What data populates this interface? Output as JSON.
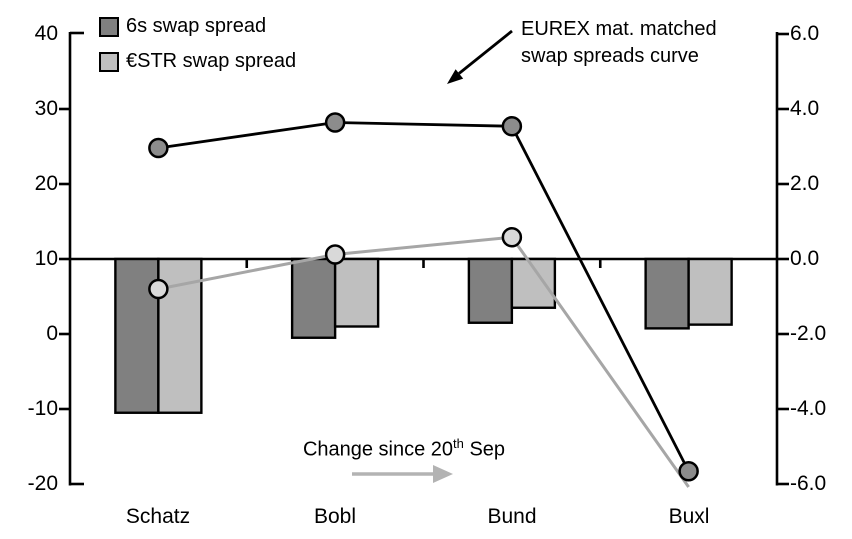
{
  "legend": {
    "items": [
      {
        "label": "6s swap spread",
        "color": "#808080"
      },
      {
        "label": "€STR swap spread",
        "color": "#bfbfbf"
      }
    ]
  },
  "annotations": {
    "curve_label_line1": "EUREX mat. matched",
    "curve_label_line2": "swap spreads curve",
    "change_prefix": "Change since 20",
    "change_sup": "th",
    "change_suffix": " Sep"
  },
  "axes": {
    "left": {
      "labels": [
        "40",
        "30",
        "20",
        "10",
        "0",
        "-10",
        "-20"
      ]
    },
    "right": {
      "labels": [
        "6.0",
        "4.0",
        "2.0",
        "0.0",
        "-2.0",
        "-4.0",
        "-6.0"
      ]
    }
  },
  "chart_data": {
    "type": "combo (bar + line)",
    "categories": [
      "Schatz",
      "Bobl",
      "Bund",
      "Buxl"
    ],
    "left_axis": {
      "range": [
        -20,
        40
      ],
      "ticks": [
        40,
        30,
        20,
        10,
        0,
        -10,
        -20
      ],
      "used_by": "line series (swap spread levels, bp)"
    },
    "right_axis": {
      "range": [
        -6,
        6
      ],
      "ticks": [
        6,
        4,
        2,
        0,
        -2,
        -4,
        -6
      ],
      "used_by": "bar series (change since 20th Sep)"
    },
    "alignment_note": "right-axis 0.0 is aligned with left-axis value 10; bars hang from that zero line",
    "grid": false,
    "legend_position": "top-left",
    "bar_series": [
      {
        "name": "6s swap spread",
        "axis": "right",
        "color": "#808080",
        "values": [
          -4.1,
          -2.1,
          -1.7,
          -1.85
        ]
      },
      {
        "name": "€STR swap spread",
        "axis": "right",
        "color": "#bfbfbf",
        "values": [
          -4.1,
          -1.8,
          -1.3,
          -1.75
        ]
      }
    ],
    "bar_series_meaning": "Change since 20th Sep",
    "line_series": [
      {
        "name": "EUREX mat. matched swap spreads curve (black, 6s)",
        "axis": "left",
        "color": "#000000",
        "marker_fill": "#8c8c8c",
        "values": [
          24.8,
          28.2,
          27.7,
          -18.3
        ],
        "markers": [
          true,
          true,
          true,
          true
        ]
      },
      {
        "name": "€STR matched swap spreads curve (gray)",
        "axis": "left",
        "color": "#a6a6a6",
        "marker_fill": "#d9d9d9",
        "values": [
          6.0,
          10.6,
          12.9,
          -20.4
        ],
        "markers": [
          true,
          true,
          true,
          false
        ]
      }
    ]
  }
}
